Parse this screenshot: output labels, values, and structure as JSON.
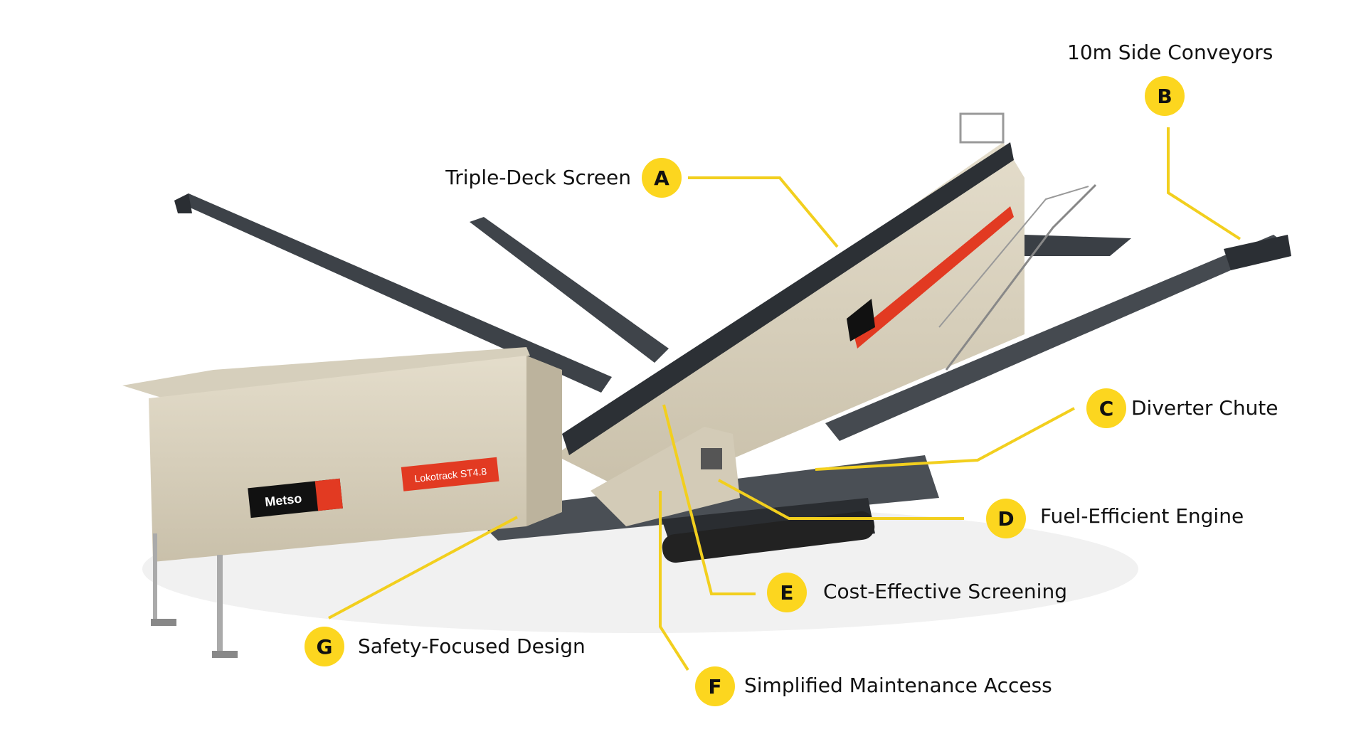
{
  "diagram": {
    "subject": {
      "brand_logo_text": "Metso",
      "model_plate_text": "Lokotrack ST4.8"
    },
    "callouts": [
      {
        "letter": "A",
        "label": "Triple-Deck Screen"
      },
      {
        "letter": "B",
        "label": "10m Side Conveyors"
      },
      {
        "letter": "C",
        "label": "Diverter Chute"
      },
      {
        "letter": "D",
        "label": "Fuel-Efficient Engine"
      },
      {
        "letter": "E",
        "label": "Cost-Effective Screening"
      },
      {
        "letter": "F",
        "label": "Simplified Maintenance Access"
      },
      {
        "letter": "G",
        "label": "Safety-Focused Design"
      }
    ],
    "colors": {
      "badge": "#fcd61f",
      "leader": "#f2cf1e",
      "body": "#d8d0bd",
      "steel": "#4a4f55",
      "brand_red": "#e23a22"
    }
  }
}
